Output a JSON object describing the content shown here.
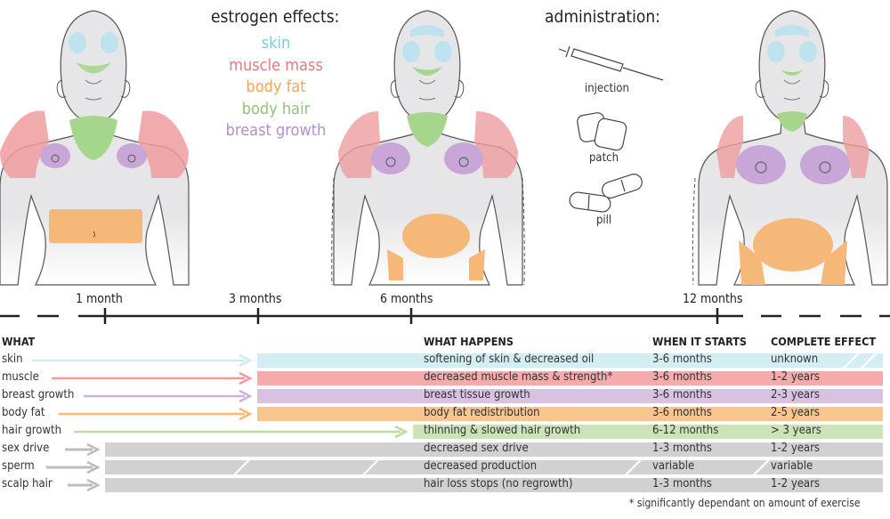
{
  "title": "estrogen effects:",
  "legend": [
    {
      "label": "skin",
      "color": "#7ecad9"
    },
    {
      "label": "muscle mass",
      "color": "#e97a7d"
    },
    {
      "label": "body fat",
      "color": "#f2a65a"
    },
    {
      "label": "body hair",
      "color": "#8ec56f"
    },
    {
      "label": "breast growth",
      "color": "#b48ecb"
    }
  ],
  "administration": {
    "title": "administration:",
    "methods": [
      "injection",
      "patch",
      "pill"
    ]
  },
  "timeline": [
    "1 month",
    "3 months",
    "6 months",
    "12 months"
  ],
  "headers": {
    "what": "WHAT",
    "what_happens": "WHAT HAPPENS",
    "when_starts": "WHEN IT STARTS",
    "complete_effect": "COMPLETE EFFECT"
  },
  "rows": [
    {
      "what": "skin",
      "happens": "softening of skin & decreased oil",
      "starts": "3-6 months",
      "complete": "unknown",
      "color": "#d3eef3",
      "arrow": "#cdebf1"
    },
    {
      "what": "muscle",
      "happens": "decreased muscle mass & strength*",
      "starts": "3-6 months",
      "complete": "1-2 years",
      "color": "#f5aaac",
      "arrow": "#f19a9d"
    },
    {
      "what": "breast growth",
      "happens": "breast tissue growth",
      "starts": "3-6 months",
      "complete": "2-3 years",
      "color": "#d9c2e1",
      "arrow": "#cdb3da"
    },
    {
      "what": "body fat",
      "happens": "body fat redistribution",
      "starts": "3-6 months",
      "complete": "2-5 years",
      "color": "#f8c58e",
      "arrow": "#f6b873"
    },
    {
      "what": "hair growth",
      "happens": "thinning & slowed hair growth",
      "starts": "6-12 months",
      "complete": "> 3 years",
      "color": "#cae4b8",
      "arrow": "#b9dca3"
    },
    {
      "what": "sex drive",
      "happens": "decreased sex drive",
      "starts": "1-3 months",
      "complete": "1-2 years",
      "color": "#d1d1d3",
      "arrow": "#bcbcbe"
    },
    {
      "what": "sperm",
      "happens": "decreased production",
      "starts": "variable",
      "complete": "variable",
      "color": "#d1d1d3",
      "arrow": "#bcbcbe"
    },
    {
      "what": "scalp hair",
      "happens": "hair loss stops (no regrowth)",
      "starts": "1-3 months",
      "complete": "1-2 years",
      "color": "#d1d1d3",
      "arrow": "#bcbcbe"
    }
  ],
  "footnote": "* significantly dependant on amount of exercise"
}
